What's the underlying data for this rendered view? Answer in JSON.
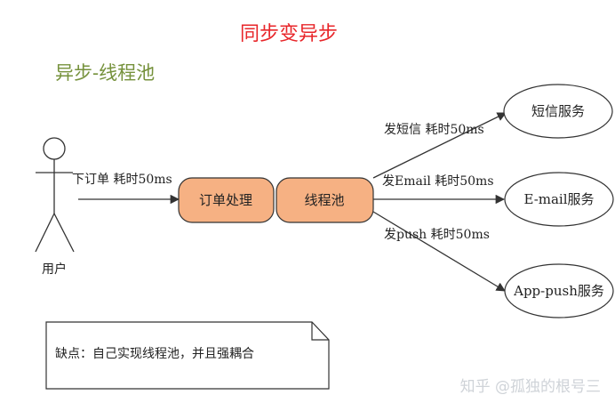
{
  "title": "同步变异步",
  "subtitle": "异步-线程池",
  "actor": {
    "label": "用户"
  },
  "edges": {
    "order": "下订单 耗时50ms",
    "sms": "发短信 耗时50ms",
    "email": "发Email 耗时50ms",
    "push": "发push 耗时50ms"
  },
  "nodes": {
    "order_processing": "订单处理",
    "thread_pool": "线程池",
    "sms_service": "短信服务",
    "email_service": "E-mail服务",
    "push_service": "App-push服务"
  },
  "note": "缺点：自己实现线程池，并且强耦合",
  "watermark": "知乎 @孤独的根号三",
  "colors": {
    "title": "#e8262a",
    "subtitle": "#76923c",
    "process_fill": "#f6b183",
    "stroke": "#333333"
  }
}
